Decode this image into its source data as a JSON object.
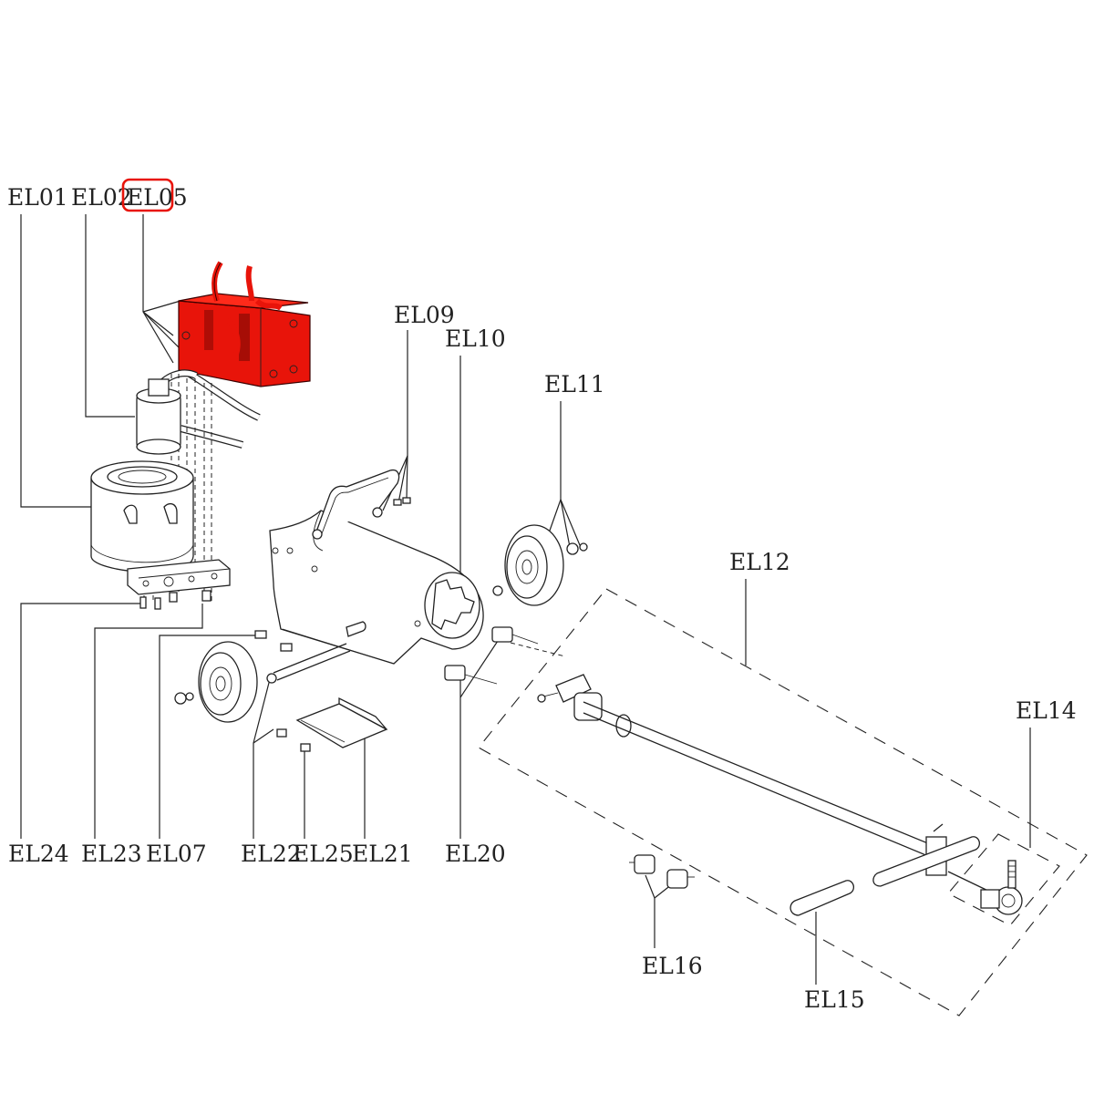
{
  "diagram": {
    "labels": {
      "el01": "EL01",
      "el02": "EL02",
      "el05": "EL05",
      "el09": "EL09",
      "el10": "EL10",
      "el11": "EL11",
      "el12": "EL12",
      "el14": "EL14",
      "el15": "EL15",
      "el16": "EL16",
      "el24": "EL24",
      "el23": "EL23",
      "el07": "EL07",
      "el22": "EL22",
      "el25": "EL25",
      "el21": "EL21",
      "el20": "EL20"
    },
    "highlighted_part": "EL05",
    "highlight_color": "#e8140a"
  }
}
